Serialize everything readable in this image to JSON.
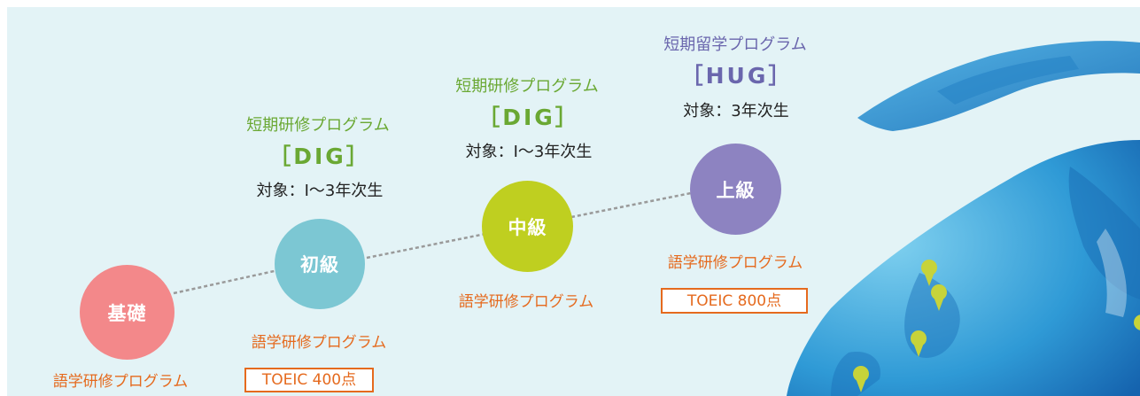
{
  "levels": [
    {
      "name": "基礎",
      "color": "#f3888a",
      "course": "語学研修プログラム"
    },
    {
      "name": "初級",
      "color": "#7cc7d3",
      "course": "語学研修プログラム",
      "score": "TOEIC 400点",
      "program": {
        "title": "短期研修プログラム",
        "code": "［DIG］",
        "target": "対象：Ⅰ～3年次生"
      }
    },
    {
      "name": "中級",
      "color": "#bfcf20",
      "course": "語学研修プログラム",
      "program": {
        "title": "短期研修プログラム",
        "code": "［DIG］",
        "target": "対象：Ⅰ～3年次生"
      }
    },
    {
      "name": "上級",
      "color": "#8d83c1",
      "course": "語学研修プログラム",
      "score": "TOEIC 800点",
      "program": {
        "title": "短期留学プログラム",
        "code": "［HUG］",
        "target": "対象：3年次生"
      }
    }
  ],
  "colors": {
    "connector": "#9a9a9a",
    "course_text": "#e56a1e",
    "dig_text": "#6aa833",
    "hug_text": "#6a66ad",
    "background": "#e3f3f6"
  },
  "decor": {
    "globe": "globe-illustration",
    "pins": "map-pin-icon"
  }
}
